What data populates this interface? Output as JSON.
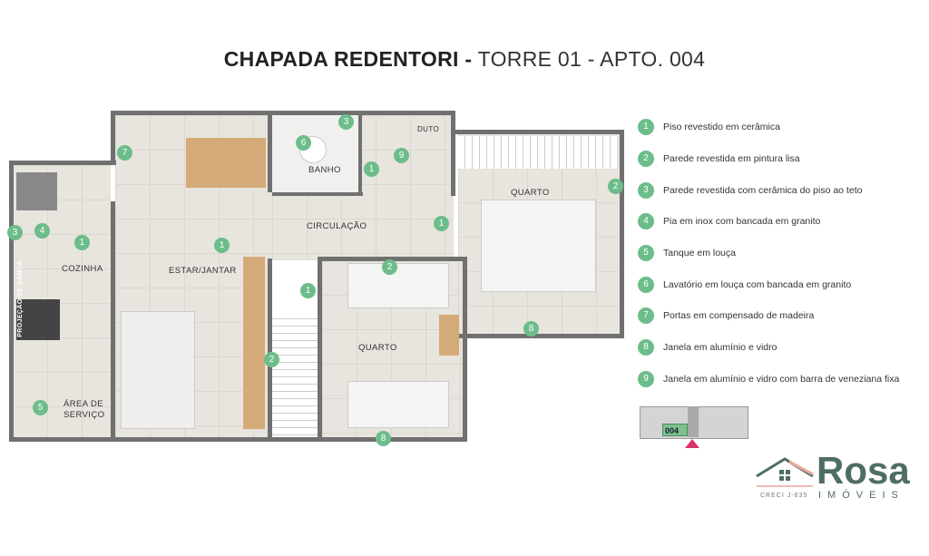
{
  "title": {
    "bold": "CHAPADA REDENTORI -",
    "light": "TORRE 01 - APTO. 004"
  },
  "rooms": {
    "cozinha": "COZINHA",
    "estar": "ESTAR/JANTAR",
    "banho": "BANHO",
    "duto": "DUTO",
    "circulacao": "CIRCULAÇÃO",
    "quarto1": "QUARTO",
    "quarto2": "QUARTO",
    "area1": "ÁREA DE",
    "area2": "SERVIÇO",
    "sanca": "PROJEÇÃO DE SANCA"
  },
  "markers": {
    "m1": "1",
    "m2": "2",
    "m3": "3",
    "m4": "4",
    "m5": "5",
    "m6": "6",
    "m7": "7",
    "m8": "8",
    "m9": "9"
  },
  "legend": [
    {
      "num": "1",
      "text": "Piso revestido em cerâmica"
    },
    {
      "num": "2",
      "text": "Parede revestida em pintura lisa"
    },
    {
      "num": "3",
      "text": "Parede revestida com cerâmica do piso ao teto"
    },
    {
      "num": "4",
      "text": "Pia em inox com bancada em granito"
    },
    {
      "num": "5",
      "text": "Tanque em louça"
    },
    {
      "num": "6",
      "text": "Lavatório em louça com bancada em granito"
    },
    {
      "num": "7",
      "text": "Portas em compensado de madeira"
    },
    {
      "num": "8",
      "text": "Janela em alumínio e vidro"
    },
    {
      "num": "9",
      "text": "Janela em alumínio e vidro com barra de veneziana fixa"
    }
  ],
  "keyplan": {
    "unit": "004"
  },
  "logo": {
    "name": "Rosa",
    "sub": "IMÓVEIS",
    "creci": "CRECI J-835"
  },
  "colors": {
    "marker": "#6cbd8a",
    "wall": "#707070",
    "brand": "#4f6e63",
    "accent": "#d9336b"
  }
}
